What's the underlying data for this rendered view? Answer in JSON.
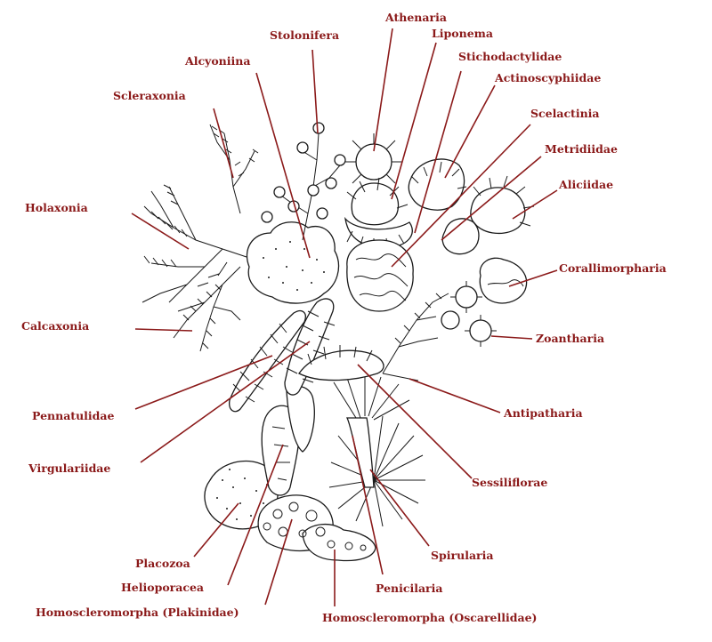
{
  "diagram": {
    "label_color": "#8b1a1a",
    "labels": [
      {
        "key": "athenaria",
        "text": "Athenaria"
      },
      {
        "key": "stolonifera",
        "text": "Stolonifera"
      },
      {
        "key": "liponema",
        "text": "Liponema"
      },
      {
        "key": "alcyoniina",
        "text": "Alcyoniina"
      },
      {
        "key": "stichodactylidae",
        "text": "Stichodactylidae"
      },
      {
        "key": "actinoscyphiidae",
        "text": "Actinoscyphiidae"
      },
      {
        "key": "scleraxonia",
        "text": "Scleraxonia"
      },
      {
        "key": "scelactinia",
        "text": "Scelactinia"
      },
      {
        "key": "metridiidae",
        "text": "Metridiidae"
      },
      {
        "key": "aliciidae",
        "text": "Aliciidae"
      },
      {
        "key": "holaxonia",
        "text": "Holaxonia"
      },
      {
        "key": "corallimorpharia",
        "text": "Corallimorpharia"
      },
      {
        "key": "calcaxonia",
        "text": "Calcaxonia"
      },
      {
        "key": "zoantharia",
        "text": "Zoantharia"
      },
      {
        "key": "antipatharia",
        "text": "Antipatharia"
      },
      {
        "key": "pennatulidae",
        "text": "Pennatulidae"
      },
      {
        "key": "virgulariidae",
        "text": "Virgulariidae"
      },
      {
        "key": "sessiliflorae",
        "text": "Sessiliflorae"
      },
      {
        "key": "spirularia",
        "text": "Spirularia"
      },
      {
        "key": "placozoa",
        "text": "Placozoa"
      },
      {
        "key": "penicilaria",
        "text": "Penicilaria"
      },
      {
        "key": "helioporacea",
        "text": "Helioporacea"
      },
      {
        "key": "homo_plakinidae",
        "text": "Homoscleromorpha (Plakinidae)"
      },
      {
        "key": "homo_oscarellidae",
        "text": "Homoscleromorpha (Oscarellidae)"
      }
    ]
  }
}
